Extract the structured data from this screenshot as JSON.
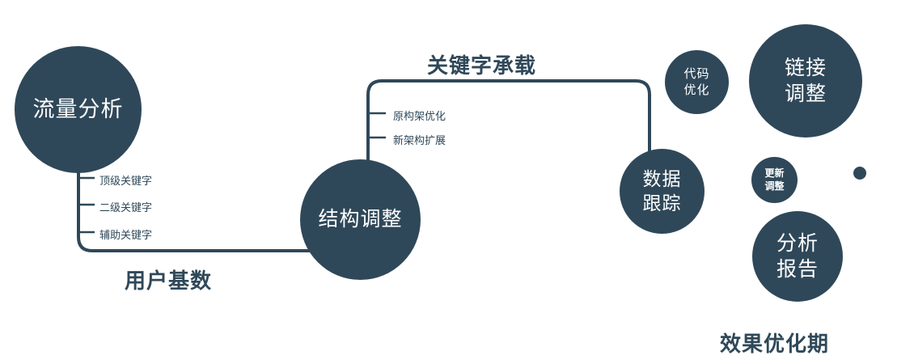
{
  "colors": {
    "node": "#2f4859",
    "text": "#2f4859",
    "background": "#ffffff"
  },
  "nodes": {
    "traffic": {
      "label": "流量分析"
    },
    "structure": {
      "label": "结构调整"
    },
    "tracking": {
      "line1": "数据",
      "line2": "跟踪"
    },
    "code": {
      "line1": "代码",
      "line2": "优化"
    },
    "link": {
      "line1": "链接",
      "line2": "调整"
    },
    "update": {
      "line1": "更新",
      "line2": "调整"
    },
    "report": {
      "line1": "分析",
      "line2": "报告"
    }
  },
  "branch_labels": {
    "traffic": [
      "顶级关键字",
      "二级关键字",
      "辅助关键字"
    ],
    "structure": [
      "原构架优化",
      "新架构扩展"
    ]
  },
  "edge_labels": {
    "user_base": "用户基数",
    "keyword_carry": "关键字承载"
  },
  "caption": "效果优化期"
}
